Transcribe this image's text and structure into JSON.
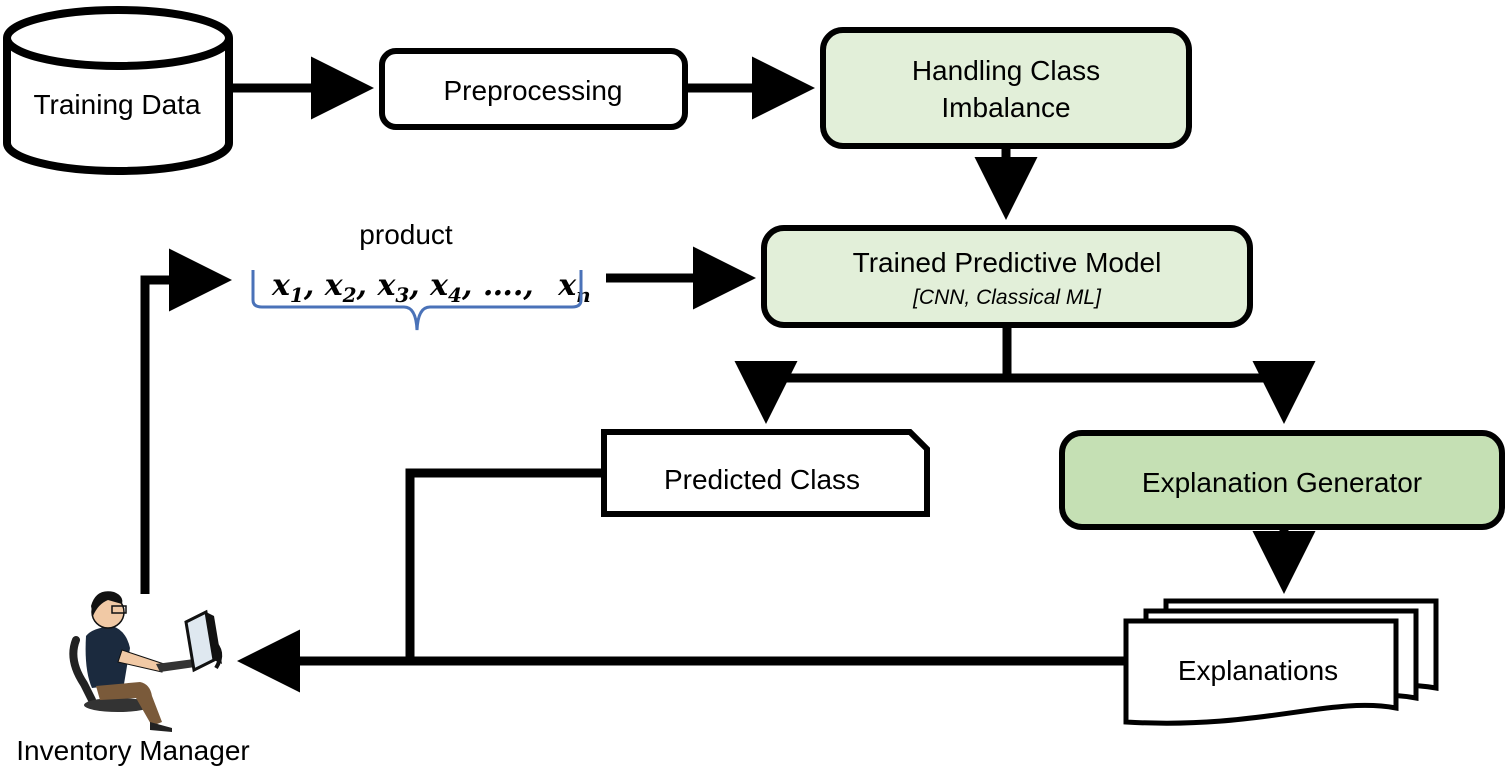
{
  "nodes": {
    "training_data": "Training Data",
    "preprocessing": "Preprocessing",
    "handling_line1": "Handling Class",
    "handling_line2": "Imbalance",
    "trained_model": "Trained Predictive Model",
    "trained_model_sub": "[CNN, Classical ML]",
    "predicted_class": "Predicted Class",
    "explanation_generator": "Explanation Generator",
    "explanations": "Explanations",
    "inventory_manager": "Inventory Manager"
  },
  "product": {
    "label": "product",
    "features": [
      {
        "base": "x",
        "sub": "1",
        "sep": ","
      },
      {
        "base": "x",
        "sub": "2",
        "sep": ","
      },
      {
        "base": "x",
        "sub": "3",
        "sep": ","
      },
      {
        "base": "x",
        "sub": "4",
        "sep": ", ….,"
      },
      {
        "base": "x",
        "sub": "n",
        "sep": ""
      }
    ]
  },
  "colors": {
    "model_fill": "#e2efd9",
    "generator_fill": "#c5e0b4",
    "brace": "#4a72b8",
    "stroke": "#000000"
  }
}
